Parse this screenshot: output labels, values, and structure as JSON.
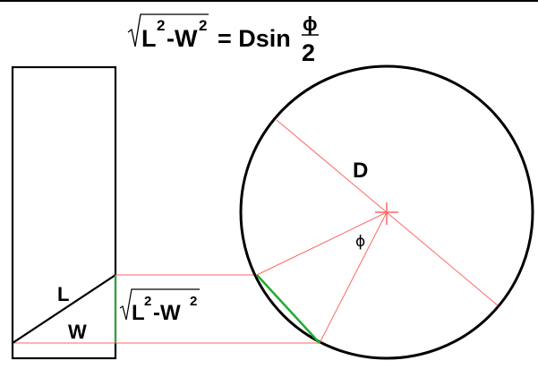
{
  "formula": {
    "radicand_L": "L",
    "exp1": "2",
    "minus": "-W",
    "exp2": "2",
    "equals_rhs": "= Dsin",
    "frac_num": "ϕ",
    "frac_den": "2"
  },
  "labels": {
    "L": "L",
    "W": "W",
    "D": "D",
    "phi": "ϕ",
    "side_L": "L",
    "side_exp1": "2",
    "side_minus": "-W",
    "side_exp2": "2"
  },
  "colors": {
    "outline": "#000000",
    "construction": "#ff6666",
    "chord": "#22aa33"
  }
}
